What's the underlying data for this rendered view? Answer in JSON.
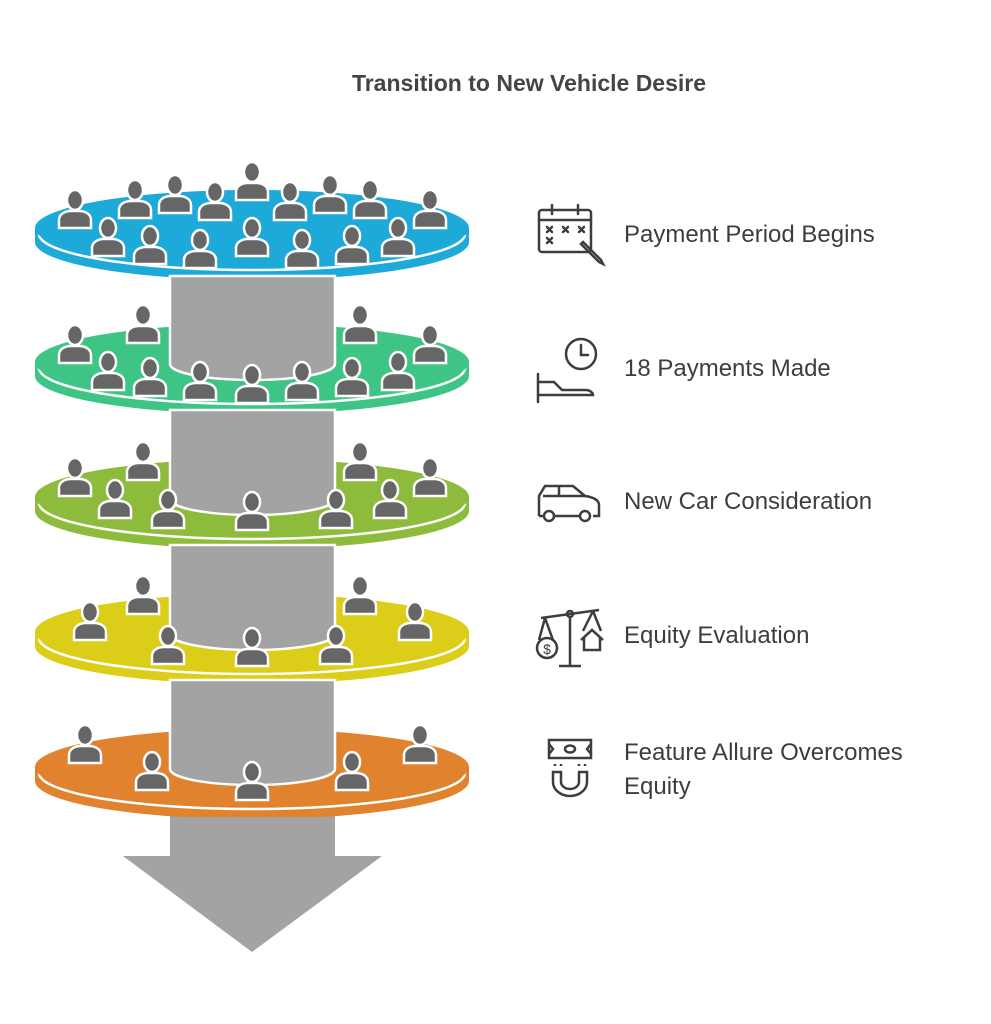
{
  "title": "Transition to New Vehicle Desire",
  "stages": [
    {
      "label": "Payment Period Begins",
      "icon": "calendar-icon",
      "color": "#1eaad9"
    },
    {
      "label": "18 Payments Made",
      "icon": "hand-clock-icon",
      "color": "#3ec586"
    },
    {
      "label": "New Car Consideration",
      "icon": "car-icon",
      "color": "#8dbb3b"
    },
    {
      "label": "Equity Evaluation",
      "icon": "scale-icon",
      "color": "#dccd18"
    },
    {
      "label": "Feature Allure Overcomes Equity",
      "icon": "money-magnet-icon",
      "color": "#e0822e"
    }
  ],
  "colors": {
    "column": "#a3a3a3",
    "person": "#666666",
    "text": "#3d3d3d",
    "icon": "#3b3f3a"
  }
}
